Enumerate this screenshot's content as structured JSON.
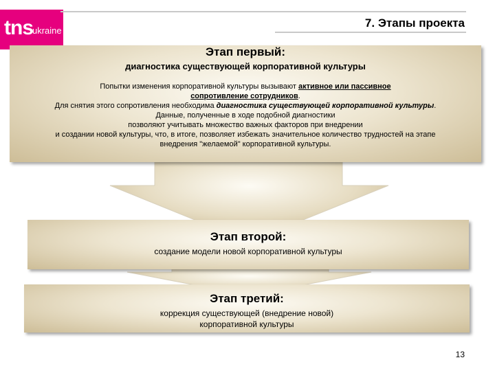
{
  "logo": {
    "brand": "tns",
    "sub": "ukraine",
    "color": "#e6007e"
  },
  "header": {
    "title": "7. Этапы проекта"
  },
  "stage1": {
    "title": "Этап первый:",
    "subtitle": "диагностика существующей корпоративной культуры",
    "line1_pre": "Попытки изменения корпоративной культуры вызывают ",
    "line1_u": "активное или пассивное",
    "line2_u": "сопротивление сотрудников",
    "line2_post": ".",
    "line3_pre": "Для снятия этого сопротивления  необходима ",
    "line3_em": "диагностика существующей корпоративной культуры",
    "line3_post": ".",
    "line4": "Данные, полученные в ходе подобной диагностики",
    "line5": "позволяют учитывать множество важных факторов при внедрении",
    "line6": "и создании новой культуры, что, в итоге, позволяет избежать значительное количество трудностей на этапе",
    "line7": "внедрения \"желаемой\" корпоративной культуры."
  },
  "stage2": {
    "title": "Этап второй:",
    "subtitle": "создание модели новой корпоративной культуры"
  },
  "stage3": {
    "title": "Этап третий:",
    "subtitle_line1": "коррекция существующей (внедрение новой)",
    "subtitle_line2": "корпоративной культуры"
  },
  "page_number": "13",
  "colors": {
    "box_light": "#fdfbf4",
    "box_dark": "#cdbd97",
    "rule": "#c9c9c9"
  }
}
